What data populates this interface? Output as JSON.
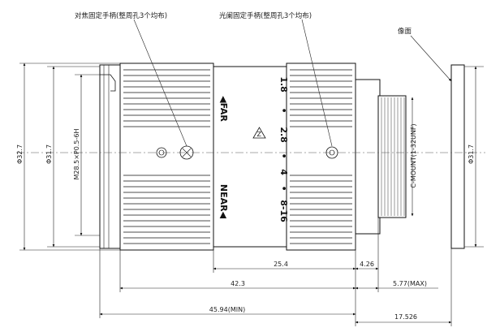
{
  "callouts": {
    "focus_screw": "对焦固定手柄(整周孔3个均布)",
    "iris_screw": "光阑固定手柄(整周孔3个均布)",
    "image_plane": "像面"
  },
  "barrel": {
    "far": "◀FAR",
    "near": "NEAR◀",
    "f_scale": [
      "1.8",
      "•",
      "2.8",
      "•",
      "4",
      "•",
      "8-16"
    ],
    "warning_symbol": "Z"
  },
  "dimensions": {
    "dia_front": "Φ32.7",
    "dia_inner": "Φ31.7",
    "filter_thread": "M28.5×P0.5-6H",
    "mount_thread": "C-MOUNT(1-32UNF)",
    "dia_rear": "Φ31.7",
    "d_25_4": "25.4",
    "d_4_26": "4.26",
    "d_42_3": "42.3",
    "d_5_77": "5.77(MAX)",
    "d_45_94": "45.94(MIN)",
    "d_17_526": "17.526"
  }
}
